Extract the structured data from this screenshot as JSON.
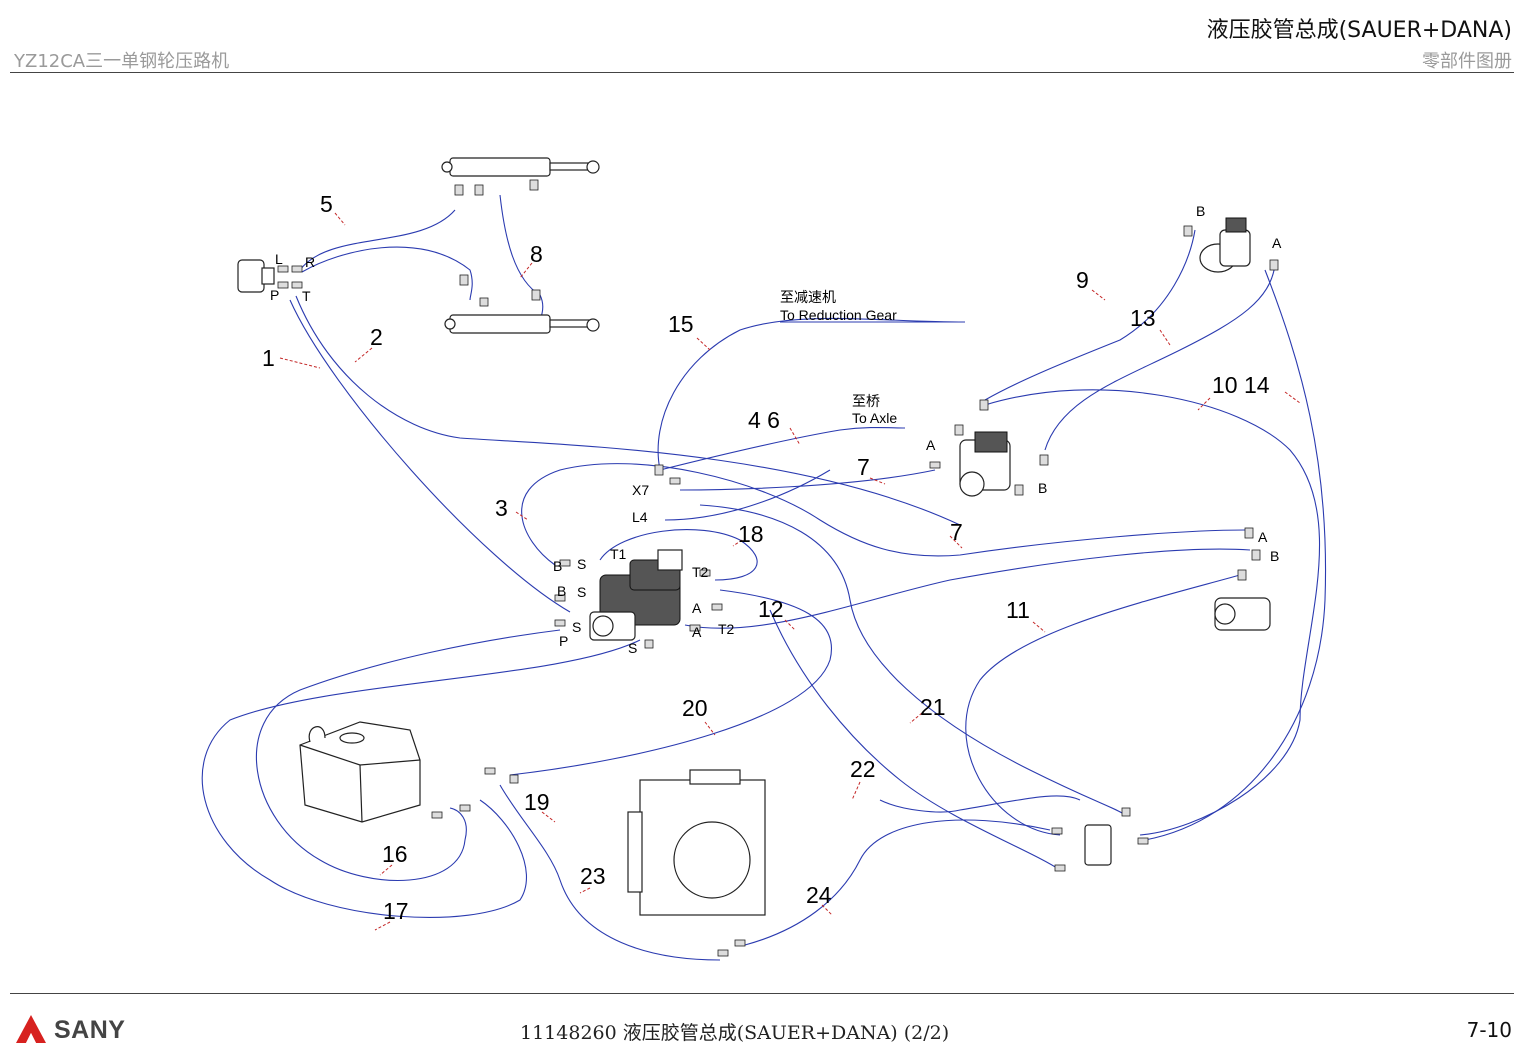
{
  "header": {
    "machine_model": "YZ12CA三一单钢轮压路机",
    "title": "液压胶管总成(SAUER+DANA)",
    "subtitle": "零部件图册"
  },
  "footer": {
    "brand": "SANY",
    "document": "11148260 液压胶管总成(SAUER+DANA) (2/2)",
    "page": "7-10"
  },
  "diagram": {
    "notes": {
      "reduction_gear_cn": "至减速机",
      "reduction_gear_en": "To Reduction Gear",
      "axle_cn": "至桥",
      "axle_en": "To Axle"
    },
    "callouts": [
      "1",
      "2",
      "3",
      "4 6",
      "5",
      "7",
      "7",
      "8",
      "9",
      "10 14",
      "11",
      "12",
      "13",
      "15",
      "16",
      "17",
      "18",
      "19",
      "20",
      "21",
      "22",
      "23",
      "24"
    ],
    "ports": [
      "L",
      "R",
      "P",
      "T",
      "B",
      "A",
      "A",
      "B",
      "A",
      "B",
      "X7",
      "L4",
      "T1",
      "T2",
      "B",
      "S",
      "B",
      "S",
      "A",
      "T2",
      "A",
      "S",
      "P",
      "S"
    ],
    "colors": {
      "hose": "#2b3bb0",
      "leader": "#c42828",
      "brand_red": "#d7211f"
    }
  }
}
